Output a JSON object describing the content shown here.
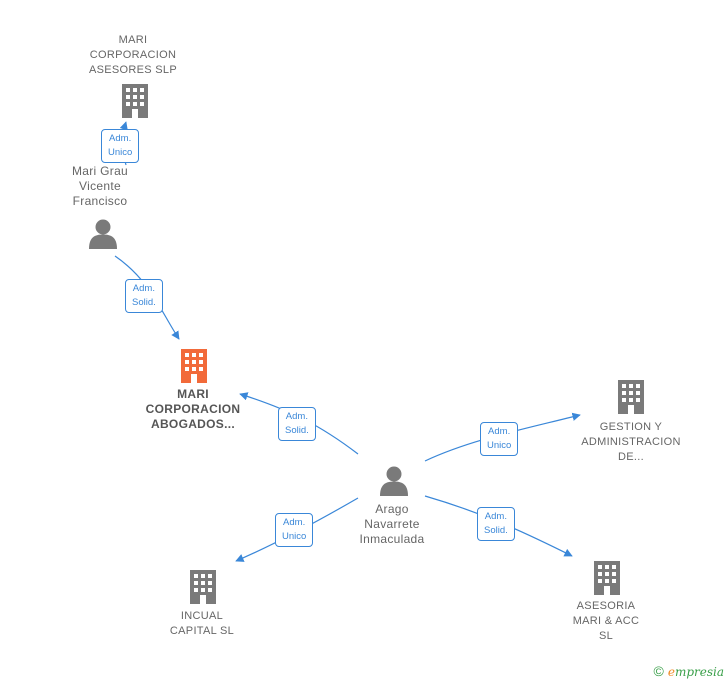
{
  "colors": {
    "edge": "#3a87d8",
    "node": "#7a7a7a",
    "highlight": "#f26a3a"
  },
  "nodes": {
    "mari_corp_asesores": {
      "label": "MARI\nCORPORACION\nASESORES  SLP",
      "type": "company"
    },
    "mari_grau": {
      "label": "Mari Grau\nVicente\nFrancisco",
      "type": "person"
    },
    "mari_corp_abogados": {
      "label": "MARI\nCORPORACION\nABOGADOS...",
      "type": "company-main"
    },
    "arago": {
      "label": "Arago\nNavarrete\nInmaculada",
      "type": "person"
    },
    "gestion": {
      "label": "GESTION Y\nADMINISTRACION\nDE...",
      "type": "company"
    },
    "incual": {
      "label": "INCUAL\nCAPITAL  SL",
      "type": "company"
    },
    "asesoria": {
      "label": "ASESORIA\nMARI & ACC\nSL",
      "type": "company"
    }
  },
  "edges": {
    "e1": "Adm.\nUnico",
    "e2": "Adm.\nSolid.",
    "e3": "Adm.\nSolid.",
    "e4": "Adm.\nUnico",
    "e5": "Adm.\nUnico",
    "e6": "Adm.\nSolid."
  },
  "footer": {
    "copyright": "©",
    "brand_first": "e",
    "brand_rest": "mpresia"
  }
}
